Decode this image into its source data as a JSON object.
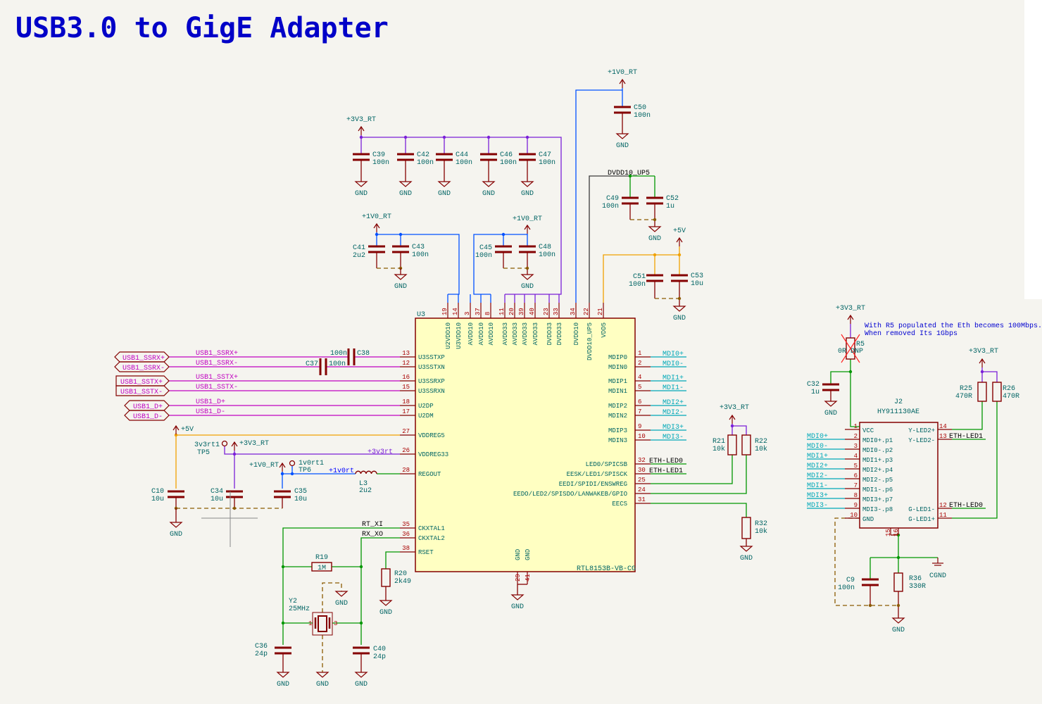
{
  "title": "USB3.0 to GigE Adapter",
  "power_nets": {
    "p3v3_rt": "+3V3_RT",
    "p1v0_rt": "+1V0_RT",
    "p5v": "+5V",
    "gnd": "GND",
    "cgnd": "CGND"
  },
  "components": {
    "C39": {
      "ref": "C39",
      "value": "100n"
    },
    "C42": {
      "ref": "C42",
      "value": "100n"
    },
    "C44": {
      "ref": "C44",
      "value": "100n"
    },
    "C46": {
      "ref": "C46",
      "value": "100n"
    },
    "C47": {
      "ref": "C47",
      "value": "100n"
    },
    "C41": {
      "ref": "C41",
      "value": "2u2"
    },
    "C43": {
      "ref": "C43",
      "value": "100n"
    },
    "C45": {
      "ref": "C45",
      "value": "100n"
    },
    "C48": {
      "ref": "C48",
      "value": "100n"
    },
    "C50": {
      "ref": "C50",
      "value": "100n"
    },
    "C49": {
      "ref": "C49",
      "value": "100n"
    },
    "C52": {
      "ref": "C52",
      "value": "1u"
    },
    "C51": {
      "ref": "C51",
      "value": "100n"
    },
    "C53": {
      "ref": "C53",
      "value": "10u"
    },
    "C37": {
      "ref": "C37",
      "value": "100n"
    },
    "C38": {
      "ref": "C38",
      "value": "100n"
    },
    "C10": {
      "ref": "C10",
      "value": "10u"
    },
    "C34": {
      "ref": "C34",
      "value": "10u"
    },
    "C35": {
      "ref": "C35",
      "value": "10u"
    },
    "L3": {
      "ref": "L3",
      "value": "2u2"
    },
    "TP5": {
      "ref": "TP5",
      "value": "3v3rt1"
    },
    "TP6": {
      "ref": "TP6",
      "value": "1v0rt1"
    },
    "R19": {
      "ref": "R19",
      "value": "1M"
    },
    "R20": {
      "ref": "R20",
      "value": "2k49"
    },
    "Y2": {
      "ref": "Y2",
      "value": "25MHz"
    },
    "C36": {
      "ref": "C36",
      "value": "24p"
    },
    "C40": {
      "ref": "C40",
      "value": "24p"
    },
    "R21": {
      "ref": "R21",
      "value": "10k"
    },
    "R22": {
      "ref": "R22",
      "value": "10k"
    },
    "R32": {
      "ref": "R32",
      "value": "10k"
    },
    "R5": {
      "ref": "R5",
      "value": "0R DNP"
    },
    "C32": {
      "ref": "C32",
      "value": "1u"
    },
    "R25": {
      "ref": "R25",
      "value": "470R"
    },
    "R26": {
      "ref": "R26",
      "value": "470R"
    },
    "C9": {
      "ref": "C9",
      "value": "100n"
    },
    "R36": {
      "ref": "R36",
      "value": "330R"
    }
  },
  "u3": {
    "ref": "U3",
    "value": "RTL8153B-VB-CG",
    "pins_top": [
      {
        "num": "19",
        "name": "U2VDD10"
      },
      {
        "num": "14",
        "name": "U3VDD10"
      },
      {
        "num": "3",
        "name": "AVDD10"
      },
      {
        "num": "37",
        "name": "AVDD10"
      },
      {
        "num": "8",
        "name": "AVDD10"
      },
      {
        "num": "11",
        "name": "AVDD33"
      },
      {
        "num": "20",
        "name": "AVDD33"
      },
      {
        "num": "39",
        "name": "AVDD33"
      },
      {
        "num": "40",
        "name": "AVDD33"
      },
      {
        "num": "23",
        "name": "DVDD33"
      },
      {
        "num": "33",
        "name": "DVDD33"
      },
      {
        "num": "34",
        "name": "DVDD10"
      },
      {
        "num": "22",
        "name": "DVDD10_UP5"
      },
      {
        "num": "21",
        "name": "VDD5"
      }
    ],
    "pins_left": [
      {
        "num": "13",
        "name": "U3SSTXP"
      },
      {
        "num": "12",
        "name": "U3SSTXN"
      },
      {
        "num": "16",
        "name": "U3SSRXP"
      },
      {
        "num": "15",
        "name": "U3SSRXN"
      },
      {
        "num": "18",
        "name": "U2DP"
      },
      {
        "num": "17",
        "name": "U2DM"
      },
      {
        "num": "27",
        "name": "VDDREG5"
      },
      {
        "num": "26",
        "name": "VDDREG33"
      },
      {
        "num": "28",
        "name": "REGOUT"
      },
      {
        "num": "35",
        "name": "CKXTAL1"
      },
      {
        "num": "36",
        "name": "CKXTAL2"
      },
      {
        "num": "38",
        "name": "RSET"
      }
    ],
    "pins_right": [
      {
        "num": "1",
        "name": "MDIP0"
      },
      {
        "num": "2",
        "name": "MDIN0"
      },
      {
        "num": "4",
        "name": "MDIP1"
      },
      {
        "num": "5",
        "name": "MDIN1"
      },
      {
        "num": "6",
        "name": "MDIP2"
      },
      {
        "num": "7",
        "name": "MDIN2"
      },
      {
        "num": "9",
        "name": "MDIP3"
      },
      {
        "num": "10",
        "name": "MDIN3"
      },
      {
        "num": "32",
        "name": "LED0/SPICSB"
      },
      {
        "num": "30",
        "name": "EESK/LED1/SPISCK"
      },
      {
        "num": "25",
        "name": "EEDI/SPIDI/ENSWREG"
      },
      {
        "num": "24",
        "name": "EEDO/LED2/SPISDO/LANWAKEB/GPIO"
      },
      {
        "num": "31",
        "name": "EECS"
      }
    ],
    "pins_bottom": [
      {
        "num": "29",
        "name": "GND"
      },
      {
        "num": "41",
        "name": "GND"
      }
    ]
  },
  "global_labels": [
    "USB1_SSRX+",
    "USB1_SSRX-",
    "USB1_SSTX+",
    "USB1_SSTX-",
    "USB1_D+",
    "USB1_D-"
  ],
  "usb_nets": [
    "USB1_SSRX+",
    "USB1_SSRX-",
    "USB1_SSTX+",
    "USB1_SSTX-",
    "USB1_D+",
    "USB1_D-"
  ],
  "local_nets": {
    "p3v3rt": "+3v3rt",
    "p1v0rt": "+1v0rt",
    "rt_xi": "RT_XI",
    "rx_xo": "RX_XO",
    "dvdd10_up5": "DVDD10_UP5",
    "eth_led0": "ETH-LED0",
    "eth_led1": "ETH-LED1"
  },
  "mdi_labels": [
    "MDI0+",
    "MDI0-",
    "MDI1+",
    "MDI1-",
    "MDI2+",
    "MDI2-",
    "MDI3+",
    "MDI3-"
  ],
  "j2": {
    "ref": "J2",
    "value": "HY911130AE",
    "pins_left": [
      {
        "num": "1",
        "name": "VCC"
      },
      {
        "num": "2",
        "name": "MDI0+.p1"
      },
      {
        "num": "3",
        "name": "MDI0-.p2"
      },
      {
        "num": "4",
        "name": "MDI1+.p3"
      },
      {
        "num": "5",
        "name": "MDI2+.p4"
      },
      {
        "num": "6",
        "name": "MDI2-.p5"
      },
      {
        "num": "7",
        "name": "MDI1-.p6"
      },
      {
        "num": "8",
        "name": "MDI3+.p7"
      },
      {
        "num": "9",
        "name": "MDI3-.p8"
      },
      {
        "num": "10",
        "name": "GND"
      }
    ],
    "pins_right": [
      {
        "num": "14",
        "name": "Y-LED2+"
      },
      {
        "num": "13",
        "name": "Y-LED2-"
      },
      {
        "num": "12",
        "name": "G-LED1-"
      },
      {
        "num": "11",
        "name": "G-LED1+"
      }
    ],
    "pins_bottom": [
      {
        "num": "15"
      },
      {
        "num": "16"
      }
    ],
    "left_labels": [
      "MDI0+",
      "MDI0-",
      "MDI1+",
      "MDI2+",
      "MDI2-",
      "MDI1-",
      "MDI3+",
      "MDI3-"
    ]
  },
  "note": [
    "With R5 populated the Eth becomes 100Mbps.",
    "When removed Its 1Gbps"
  ],
  "colors": {
    "background": "#f5f4ef",
    "component": "#840000",
    "symbol_fill": "#ffffc2",
    "wire": "#009600",
    "text": "#006464",
    "usb_bus": "#c000c0",
    "mdi": "#00a8b8",
    "rail_3v3": "#7a1fd8",
    "rail_1v0": "#0050ff",
    "rail_5v": "#f0a000",
    "title": "#0000c8"
  }
}
